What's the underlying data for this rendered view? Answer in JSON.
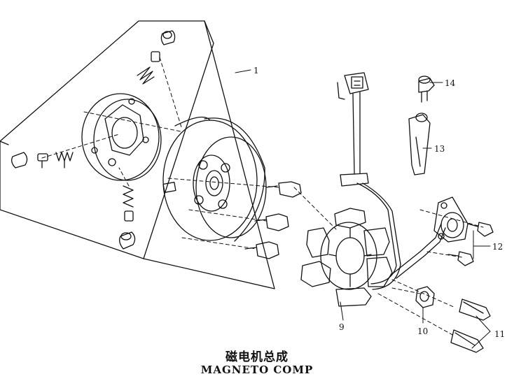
{
  "diagram": {
    "title_cn": "磁电机总成",
    "title_en": "MAGNETO COMP",
    "callouts": [
      {
        "id": "1",
        "label": "1"
      },
      {
        "id": "9",
        "label": "9"
      },
      {
        "id": "10",
        "label": "10"
      },
      {
        "id": "11",
        "label": "11"
      },
      {
        "id": "12",
        "label": "12"
      },
      {
        "id": "13",
        "label": "13"
      },
      {
        "id": "14",
        "label": "14"
      }
    ]
  }
}
